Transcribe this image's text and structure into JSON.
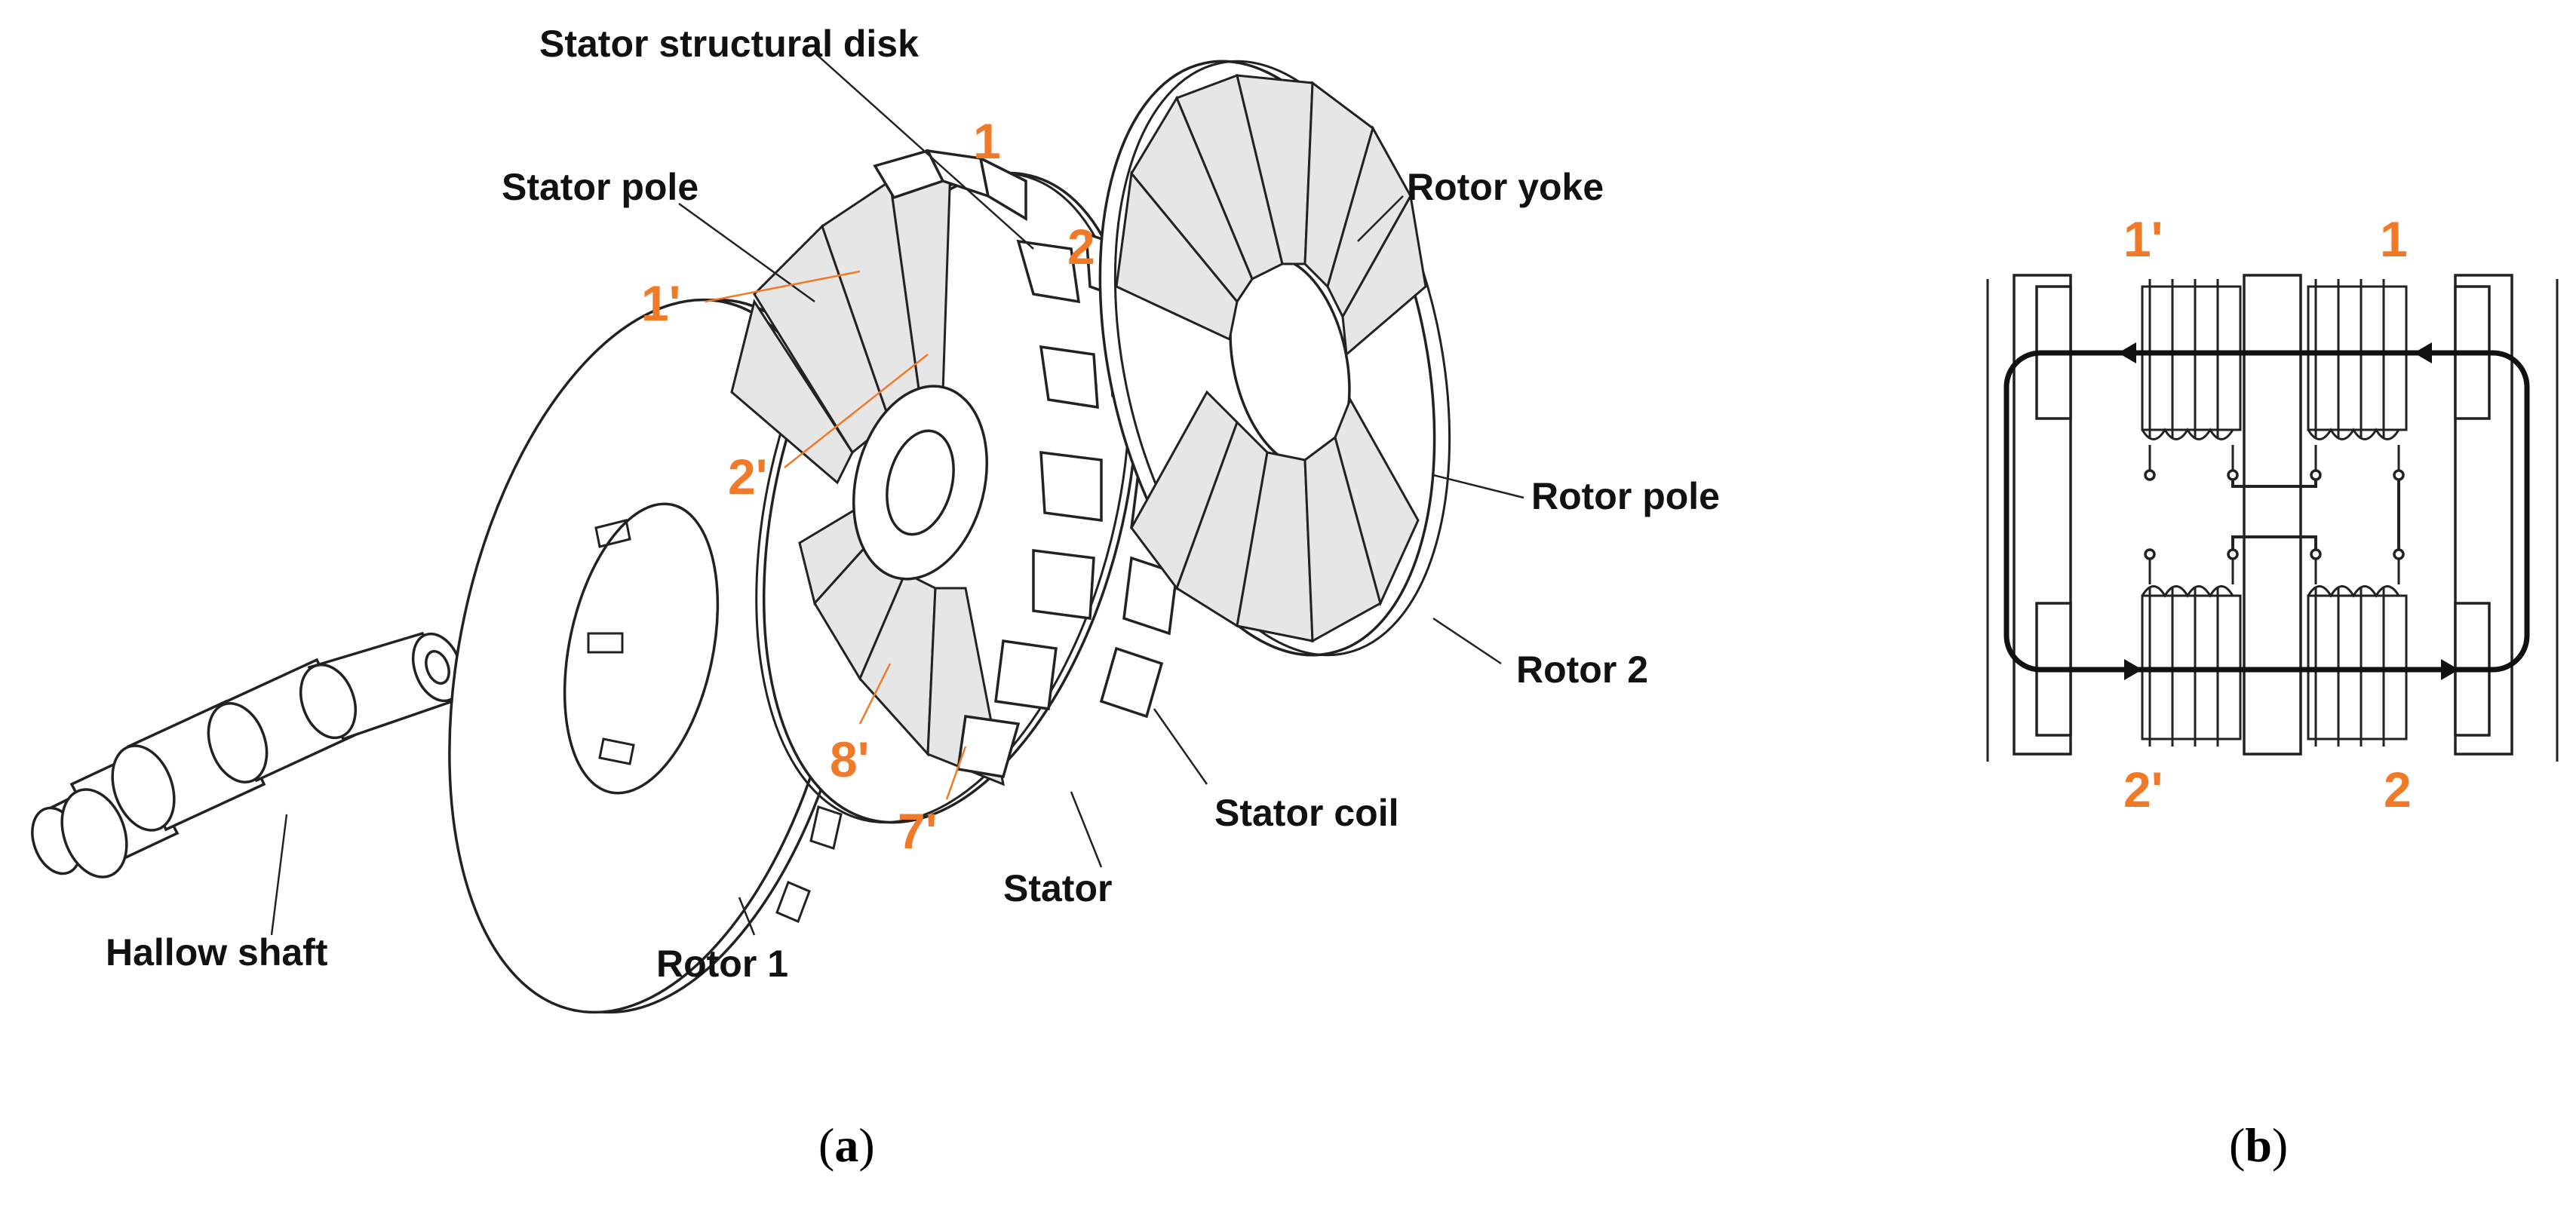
{
  "colors": {
    "accent": "#f07a28",
    "ink": "#222222",
    "background": "#ffffff"
  },
  "panel_a": {
    "labels": {
      "stator_structural_disk": "Stator structural disk",
      "stator_pole": "Stator pole",
      "rotor_yoke": "Rotor yoke",
      "rotor_pole": "Rotor pole",
      "rotor_2": "Rotor 2",
      "stator_coil": "Stator coil",
      "stator": "Stator",
      "rotor_1": "Rotor 1",
      "hallow_shaft": "Hallow shaft"
    },
    "coil_numbers": {
      "n1": "1",
      "n2": "2",
      "n1p": "1'",
      "n2p": "2'",
      "n8p": "8'",
      "n7p": "7'"
    },
    "caption": {
      "open": "(",
      "letter": "a",
      "close": ")"
    }
  },
  "panel_b": {
    "coil_numbers": {
      "n1p": "1'",
      "n1": "1",
      "n2p": "2'",
      "n2": "2"
    },
    "caption": {
      "open": "(",
      "letter": "b",
      "close": ")"
    }
  }
}
